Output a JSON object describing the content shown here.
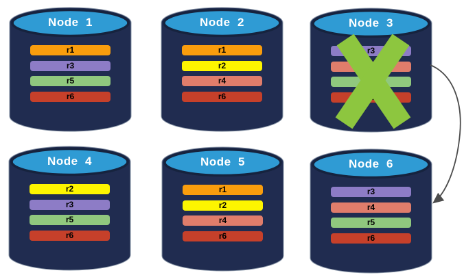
{
  "diagram": {
    "colors": {
      "cylinder_body": "#202C50",
      "cylinder_top": "#2F9BD4",
      "cylinder_rim": "#16233E",
      "cylinder_outline": "#8A97A8",
      "failure_x": "#8DC63F",
      "arrow": "#4D4D4D",
      "node_title_text": "#FFFFFF",
      "replica_text": "#000000"
    },
    "replica_colors": {
      "r1": "#F99D0D",
      "r2": "#FDF500",
      "r3": "#8D7CC6",
      "r4": "#E07D6B",
      "r5": "#90C87E",
      "r6": "#C6402A"
    },
    "nodes": [
      {
        "title": "Node  1",
        "failed": false,
        "replicas": [
          {
            "label": "r1",
            "color": "#F99D0D"
          },
          {
            "label": "r3",
            "color": "#8D7CC6"
          },
          {
            "label": "r5",
            "color": "#90C87E"
          },
          {
            "label": "r6",
            "color": "#C6402A"
          }
        ]
      },
      {
        "title": "Node  2",
        "failed": false,
        "replicas": [
          {
            "label": "r1",
            "color": "#F99D0D"
          },
          {
            "label": "r2",
            "color": "#FDF500"
          },
          {
            "label": "r4",
            "color": "#E07D6B"
          },
          {
            "label": "r6",
            "color": "#C6402A"
          }
        ]
      },
      {
        "title": "Node  3",
        "failed": true,
        "replicas": [
          {
            "label": "r3",
            "color": "#8D7CC6"
          },
          {
            "label": "r4",
            "color": "#E07D6B"
          },
          {
            "label": "r5",
            "color": "#90C87E"
          },
          {
            "label": "r6",
            "color": "#C6402A"
          }
        ]
      },
      {
        "title": "Node  4",
        "failed": false,
        "replicas": [
          {
            "label": "r2",
            "color": "#FDF500"
          },
          {
            "label": "r3",
            "color": "#8D7CC6"
          },
          {
            "label": "r5",
            "color": "#90C87E"
          },
          {
            "label": "r6",
            "color": "#C6402A"
          }
        ]
      },
      {
        "title": "Node  5",
        "failed": false,
        "replicas": [
          {
            "label": "r1",
            "color": "#F99D0D"
          },
          {
            "label": "r2",
            "color": "#FDF500"
          },
          {
            "label": "r4",
            "color": "#E07D6B"
          },
          {
            "label": "r6",
            "color": "#C6402A"
          }
        ]
      },
      {
        "title": "Node  6",
        "failed": false,
        "replicas": [
          {
            "label": "r3",
            "color": "#8D7CC6"
          },
          {
            "label": "r4",
            "color": "#E07D6B"
          },
          {
            "label": "r5",
            "color": "#90C87E"
          },
          {
            "label": "r6",
            "color": "#C6402A"
          }
        ]
      }
    ],
    "arrow_connection": {
      "from": "Node 3",
      "to": "Node 6"
    }
  }
}
